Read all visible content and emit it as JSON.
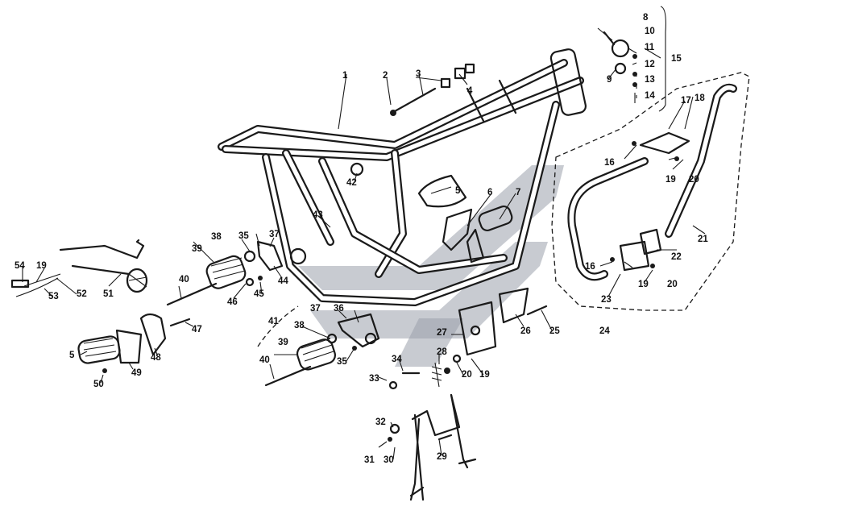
{
  "diagram": {
    "watermark_color": "#9aa1ac",
    "line_color": "#1a1a1a",
    "background_color": "#ffffff",
    "labels": [
      "1",
      "2",
      "3",
      "4",
      "5",
      "6",
      "7",
      "8",
      "9",
      "10",
      "11",
      "12",
      "13",
      "14",
      "15",
      "16",
      "17",
      "18",
      "19",
      "20",
      "21",
      "22",
      "16",
      "19",
      "20",
      "23",
      "24",
      "25",
      "26",
      "27",
      "28",
      "20",
      "19",
      "33",
      "34",
      "35",
      "36",
      "37",
      "38",
      "39",
      "40",
      "41",
      "29",
      "30",
      "31",
      "32",
      "42",
      "43",
      "37",
      "35",
      "38",
      "39",
      "40",
      "44",
      "45",
      "46",
      "47",
      "48",
      "5",
      "49",
      "50",
      "51",
      "52",
      "53",
      "54",
      "19"
    ]
  }
}
